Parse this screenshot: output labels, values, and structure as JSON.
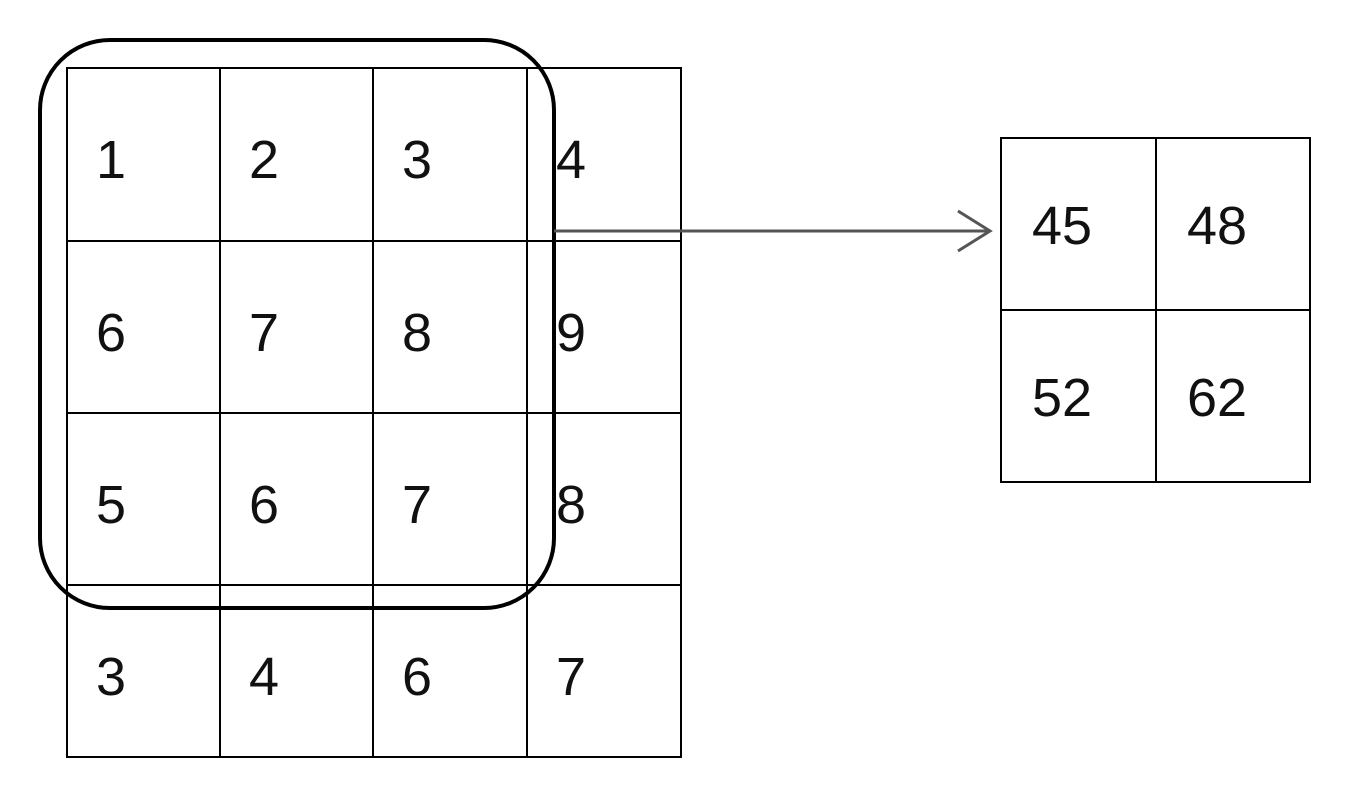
{
  "input_matrix": {
    "rows": [
      [
        "1",
        "2",
        "3",
        "4"
      ],
      [
        "6",
        "7",
        "8",
        "9"
      ],
      [
        "5",
        "6",
        "7",
        "8"
      ],
      [
        "3",
        "4",
        "6",
        "7"
      ]
    ]
  },
  "output_matrix": {
    "rows": [
      [
        "45",
        "48"
      ],
      [
        "52",
        "62"
      ]
    ]
  },
  "colors": {
    "stroke": "#000000",
    "arrow": "#555555",
    "text": "#111111"
  }
}
